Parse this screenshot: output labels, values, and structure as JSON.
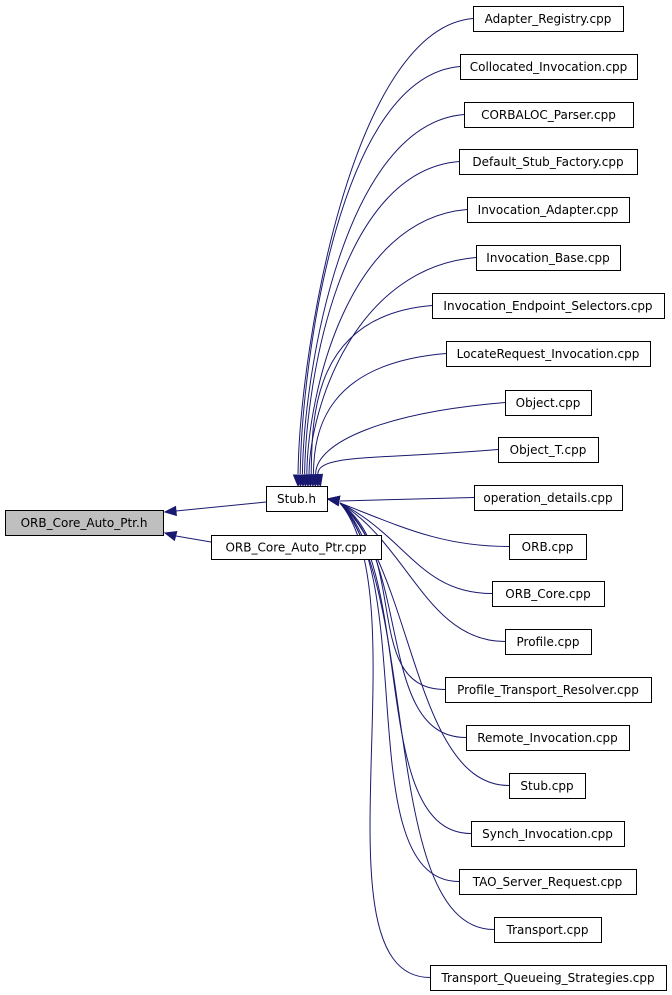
{
  "graph": {
    "root": "ORB_Core_Auto_Ptr.h",
    "direct_includers": [
      "Stub.h",
      "ORB_Core_Auto_Ptr.cpp"
    ],
    "stub_includers": [
      "Adapter_Registry.cpp",
      "Collocated_Invocation.cpp",
      "CORBALOC_Parser.cpp",
      "Default_Stub_Factory.cpp",
      "Invocation_Adapter.cpp",
      "Invocation_Base.cpp",
      "Invocation_Endpoint_Selectors.cpp",
      "LocateRequest_Invocation.cpp",
      "Object.cpp",
      "Object_T.cpp",
      "operation_details.cpp",
      "ORB.cpp",
      "ORB_Core.cpp",
      "Profile.cpp",
      "Profile_Transport_Resolver.cpp",
      "Remote_Invocation.cpp",
      "Stub.cpp",
      "Synch_Invocation.cpp",
      "TAO_Server_Request.cpp",
      "Transport.cpp",
      "Transport_Queueing_Strategies.cpp"
    ],
    "edge_color": "#191970",
    "root_fill": "#bfbfbf"
  }
}
